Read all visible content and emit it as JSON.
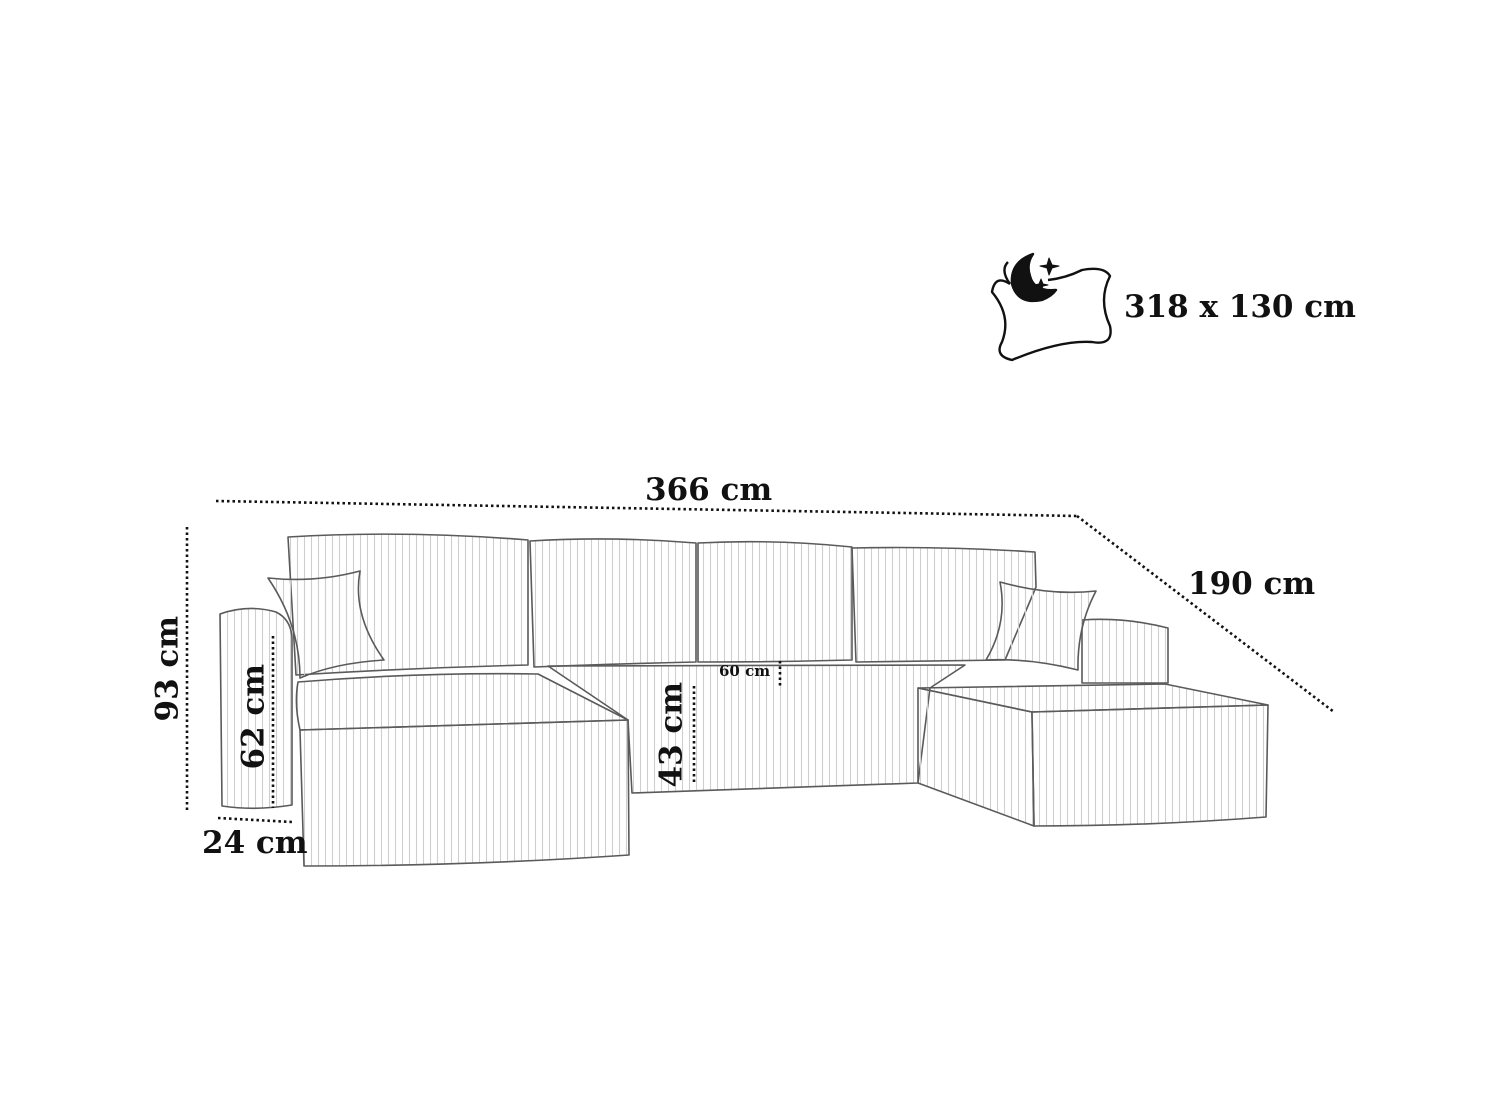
{
  "sleeping_area": {
    "icon": "moon-pillow-icon",
    "text": "318 x 130 cm"
  },
  "dimensions": {
    "width": "366 cm",
    "depth": "190 cm",
    "height": "93 cm",
    "armrest_height": "62 cm",
    "seat_height": "43 cm",
    "seat_depth": "60 cm",
    "armrest_width": "24 cm"
  },
  "colors": {
    "line": "#555555",
    "dimension": "#111111",
    "corduroy": "#c9c9c9"
  }
}
